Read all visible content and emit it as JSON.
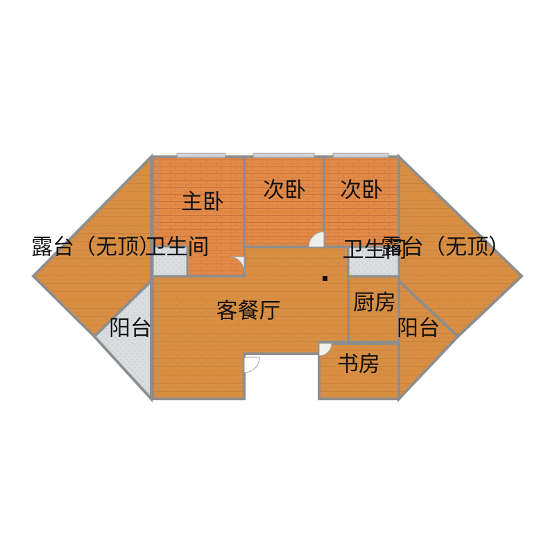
{
  "colors": {
    "wood": "#D98F43",
    "wood_dark": "#C77A30",
    "bedroom": "#E48A45",
    "tile": "#D9DCDF",
    "wall": "#8E8E8E",
    "window": "#D2D2D2",
    "label": "#111111"
  },
  "rooms": {
    "master_bedroom": "主卧",
    "second_bedroom_1": "次卧",
    "second_bedroom_2": "次卧",
    "terrace_left": "露台（无顶）",
    "terrace_right": "露台（无顶）",
    "bathroom_left": "卫生间",
    "bathroom_right": "卫生间",
    "living_dining": "客餐厅",
    "kitchen": "厨房",
    "balcony_left": "阳台",
    "balcony_right": "阳台",
    "study": "书房"
  }
}
